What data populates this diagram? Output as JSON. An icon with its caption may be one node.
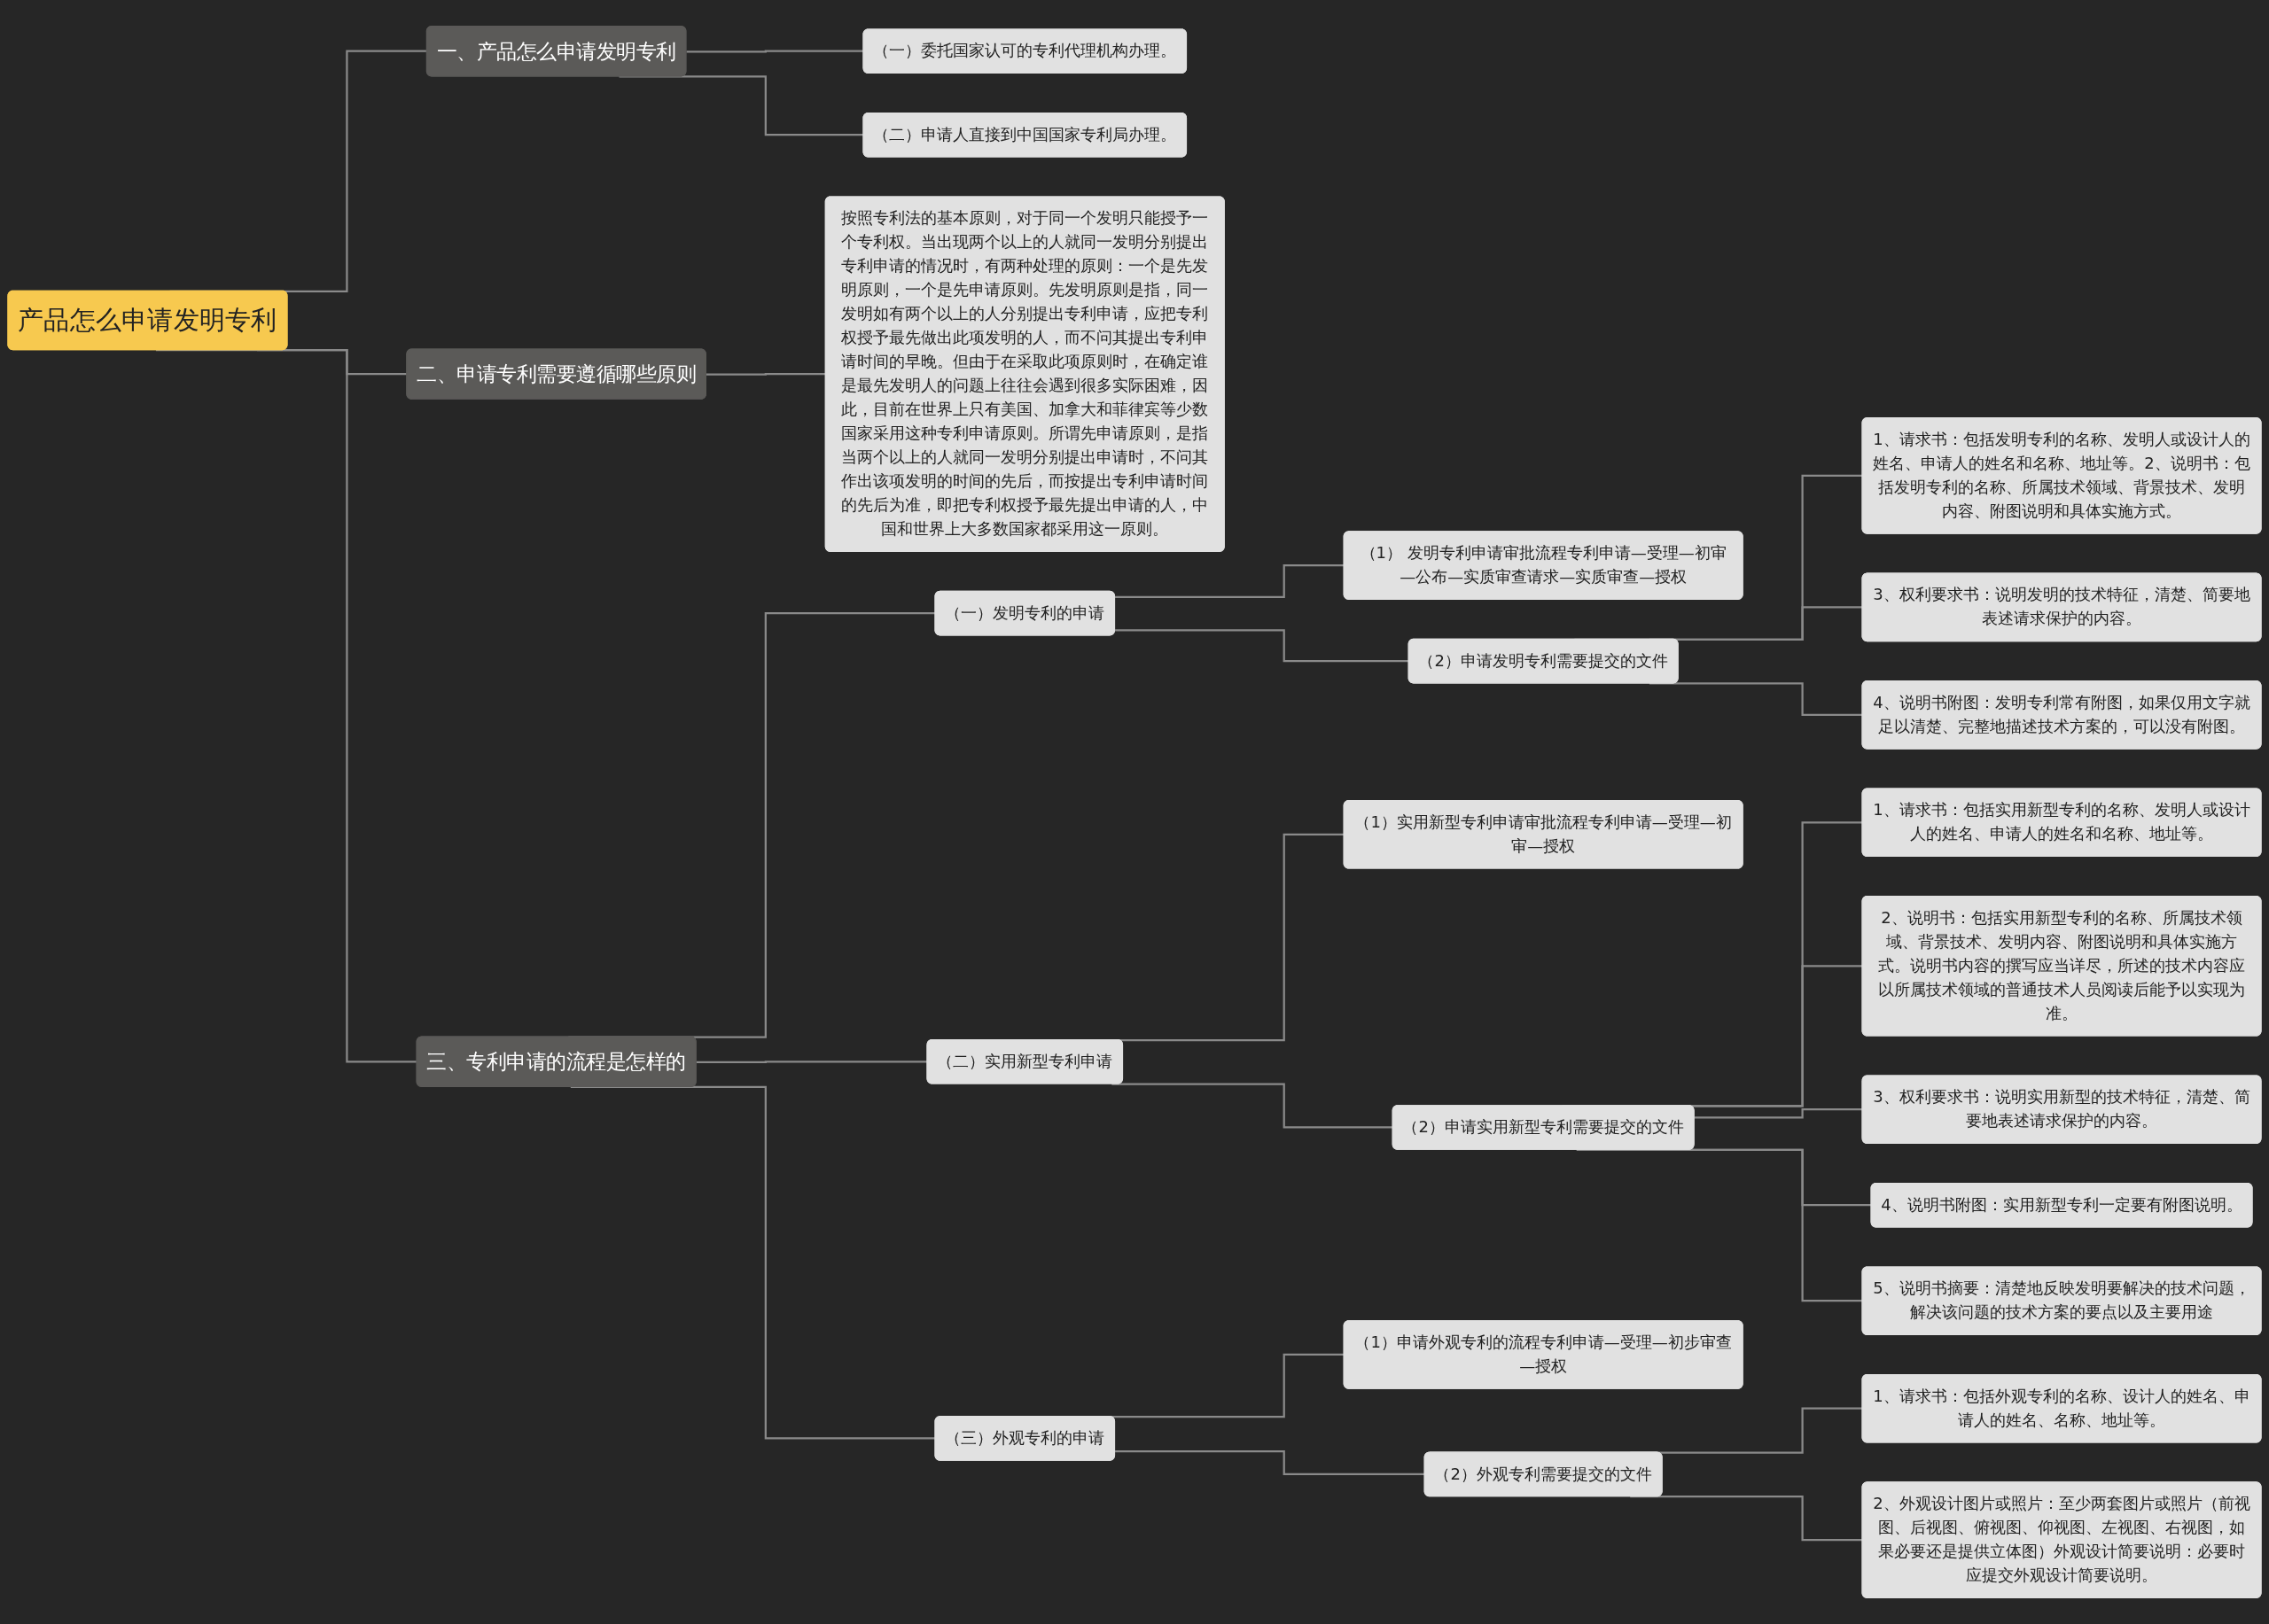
{
  "diagram": {
    "nodes": [
      {
        "text": [
          "产品怎么申请发明专利"
        ]
      },
      {
        "text": [
          "一、产品怎么申请发明专利"
        ]
      },
      {
        "text": [
          "（一）委托国家认可的专利代理机构办理。"
        ]
      },
      {
        "text": [
          "（二）申请人直接到中国国家专利局办理。"
        ]
      },
      {
        "text": [
          "二、申请专利需要遵循哪些原则"
        ]
      },
      {
        "text": [
          "按照专利法的基本原则，对于同一个发明只能授予一个专利权。当出现两个以上的人就同一发明分别提出专利申请的情况时，有两种处理的原则：一个是先发明原则，一个是先申请原则。先发明原则是指，同一发明如有两个以上的人分别提出专利申请，应把专利权授予最先做出此项发明的人，而不问其提出专利申请时间的早晚。但由于在采取此项原则时，在确定谁是最先发明人的问题上往往会遇到很多实际困难，因此，目前在世界上只有美国、加拿大和菲律宾等少数国家采用这种专利申请原则。所谓先申请原则，是指当两个以上的人就同一发明分别提出申请时，不问其作出该项发明的时间的先后，而按提出专利申请时间的先后为准，即把专利权授予最先提出申请的人，中国和世界上大多数国家都采用这一原则。"
        ]
      },
      {
        "text": [
          "三、专利申请的流程是怎样的"
        ]
      },
      {
        "text": [
          "（一）发明专利的申请"
        ]
      },
      {
        "text": [
          "（1） 发明专利申请审批流程专利申请—受理—初审—公布—实质审查请求—实质审查—授权"
        ]
      },
      {
        "text": [
          "（2）申请发明专利需要提交的文件"
        ]
      },
      {
        "text": [
          "1、请求书：包括发明专利的名称、发明人或设计人的姓名、申请人的姓名和名称、地址等。2、说明书：包括发明专利的名称、所属技术领域、背景技术、发明内容、附图说明和具体实施方式。"
        ]
      },
      {
        "text": [
          "3、权利要求书：说明发明的技术特征，清楚、简要地表述请求保护的内容。"
        ]
      },
      {
        "text": [
          "4、说明书附图：发明专利常有附图，如果仅用文字就足以清楚、完整地描述技术方案的，可以没有附图。"
        ]
      },
      {
        "text": [
          "（二）实用新型专利申请"
        ]
      },
      {
        "text": [
          "（1）实用新型专利申请审批流程专利申请—受理—初审—授权"
        ]
      },
      {
        "text": [
          "（2）申请实用新型专利需要提交的文件"
        ]
      },
      {
        "text": [
          "1、请求书：包括实用新型专利的名称、发明人或设计人的姓名、申请人的姓名和名称、地址等。"
        ]
      },
      {
        "text": [
          "2、说明书：包括实用新型专利的名称、所属技术领域、背景技术、发明内容、附图说明和具体实施方式。说明书内容的撰写应当详尽，所述的技术内容应以所属技术领域的普通技术人员阅读后能予以实现为准。"
        ]
      },
      {
        "text": [
          "3、权利要求书：说明实用新型的技术特征，清楚、简要地表述请求保护的内容。"
        ]
      },
      {
        "text": [
          "4、说明书附图：实用新型专利一定要有附图说明。"
        ]
      },
      {
        "text": [
          "5、说明书摘要：清楚地反映发明要解决的技术问题，解决该问题的技术方案的要点以及主要用途"
        ]
      },
      {
        "text": [
          "（三）外观专利的申请"
        ]
      },
      {
        "text": [
          "（1）申请外观专利的流程专利申请—受理—初步审查—授权"
        ]
      },
      {
        "text": [
          "（2）外观专利需要提交的文件"
        ]
      },
      {
        "text": [
          "1、请求书：包括外观专利的名称、设计人的姓名、申请人的姓名、名称、地址等。"
        ]
      },
      {
        "text": [
          "2、外观设计图片或照片：至少两套图片或照片（前视图、后视图、俯视图、仰视图、左视图、右视图，如果必要还是提供立体图）外观设计简要说明：必要时应提交外观设计简要说明。"
        ]
      }
    ],
    "edges": [
      {
        "from": 0,
        "to": 1,
        "arrow": "none"
      },
      {
        "from": 1,
        "to": 2,
        "arrow": "none"
      },
      {
        "from": 1,
        "to": 3,
        "arrow": "none"
      },
      {
        "from": 0,
        "to": 4,
        "arrow": "none"
      },
      {
        "from": 4,
        "to": 5,
        "arrow": "none"
      },
      {
        "from": 0,
        "to": 6,
        "arrow": "none"
      },
      {
        "from": 6,
        "to": 7,
        "arrow": "none"
      },
      {
        "from": 7,
        "to": 8,
        "arrow": "none"
      },
      {
        "from": 7,
        "to": 9,
        "arrow": "none"
      },
      {
        "from": 9,
        "to": 10,
        "arrow": "none"
      },
      {
        "from": 9,
        "to": 11,
        "arrow": "none"
      },
      {
        "from": 9,
        "to": 12,
        "arrow": "none"
      },
      {
        "from": 6,
        "to": 13,
        "arrow": "none"
      },
      {
        "from": 13,
        "to": 14,
        "arrow": "none"
      },
      {
        "from": 13,
        "to": 15,
        "arrow": "none"
      },
      {
        "from": 15,
        "to": 16,
        "arrow": "none"
      },
      {
        "from": 15,
        "to": 17,
        "arrow": "none"
      },
      {
        "from": 15,
        "to": 18,
        "arrow": "none"
      },
      {
        "from": 15,
        "to": 19,
        "arrow": "none"
      },
      {
        "from": 15,
        "to": 20,
        "arrow": "none"
      },
      {
        "from": 6,
        "to": 21,
        "arrow": "none"
      },
      {
        "from": 21,
        "to": 22,
        "arrow": "none"
      },
      {
        "from": 21,
        "to": 23,
        "arrow": "none"
      },
      {
        "from": 23,
        "to": 24,
        "arrow": "none"
      },
      {
        "from": 23,
        "to": 25,
        "arrow": "none"
      }
    ]
  }
}
